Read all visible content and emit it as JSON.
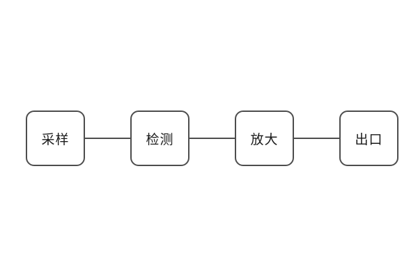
{
  "diagram": {
    "type": "flowchart",
    "direction": "horizontal",
    "nodes": [
      {
        "id": "sampling",
        "label": "采样",
        "shape": "rounded-rectangle"
      },
      {
        "id": "detection",
        "label": "检测",
        "shape": "rounded-rectangle"
      },
      {
        "id": "amplification",
        "label": "放大",
        "shape": "rounded-rectangle"
      },
      {
        "id": "outlet",
        "label": "出口",
        "shape": "rounded-rectangle"
      }
    ],
    "connections": [
      {
        "from": "采样",
        "to": "检测",
        "style": "plain-line"
      },
      {
        "from": "检测",
        "to": "放大",
        "style": "plain-line"
      },
      {
        "from": "放大",
        "to": "出口",
        "style": "plain-line"
      }
    ],
    "colors": {
      "stroke": "#4d4d4d",
      "text": "#1a1a1a",
      "fill": "#ffffff",
      "background": "#ffffff"
    }
  }
}
